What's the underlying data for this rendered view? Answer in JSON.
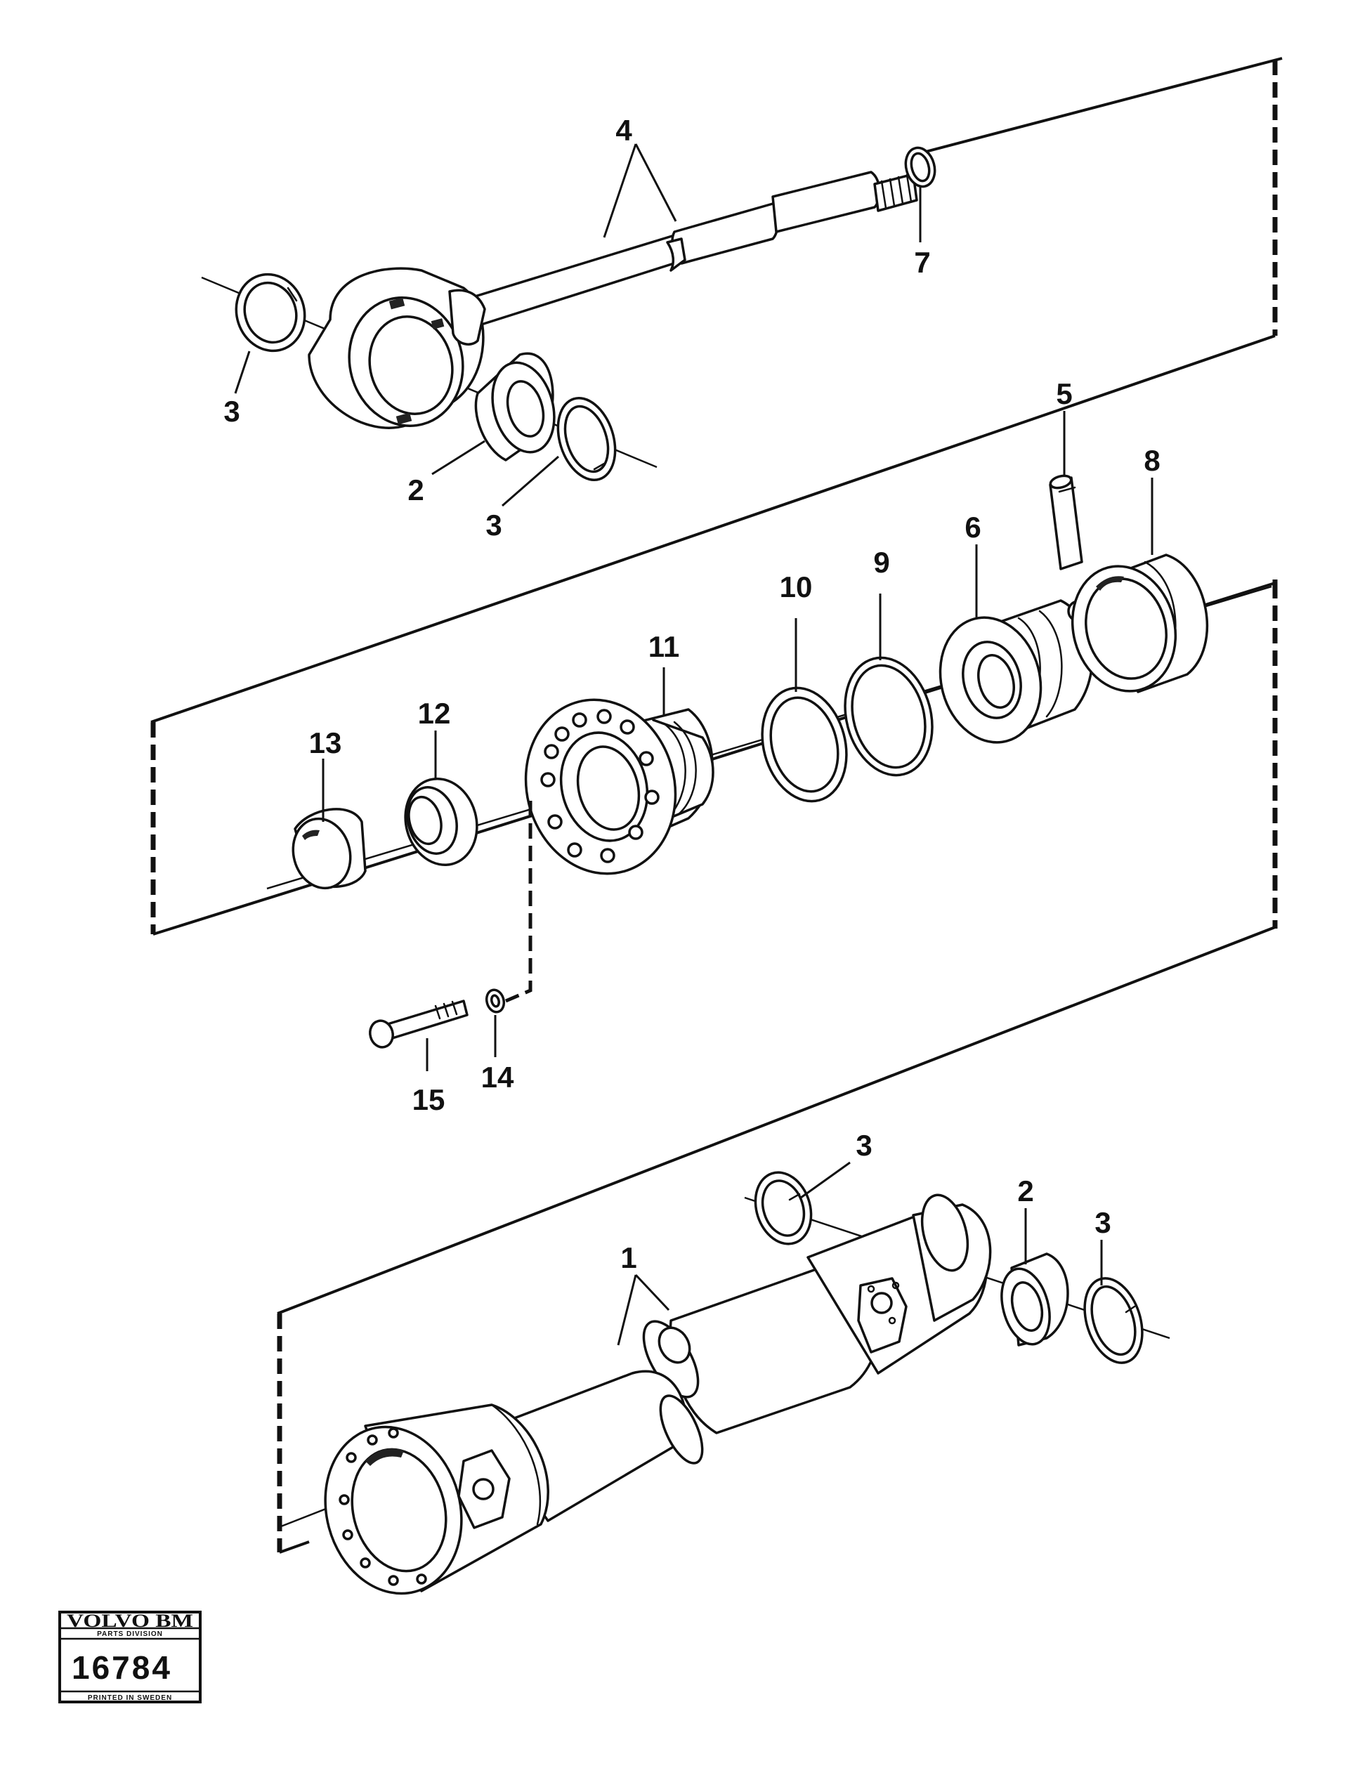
{
  "callouts": {
    "piston_rod": "4",
    "snap_ring_rod_left": "3",
    "bearing_rod": "2",
    "snap_ring_rod_right": "3",
    "nut_rod": "7",
    "pin": "5",
    "seal_8": "8",
    "piston_6": "6",
    "ring_9": "9",
    "ring_10": "10",
    "cylinder_head": "11",
    "seal_12": "12",
    "wiper_13": "13",
    "washer_14": "14",
    "screw_15": "15",
    "snap_ring_tube_top": "3",
    "bearing_tube": "2",
    "snap_ring_tube_right": "3",
    "cylinder_tube": "1"
  },
  "badge": {
    "brand": "VOLVO BM",
    "division": "PARTS DIVISION",
    "number": "16784",
    "printed": "PRINTED IN SWEDEN"
  }
}
